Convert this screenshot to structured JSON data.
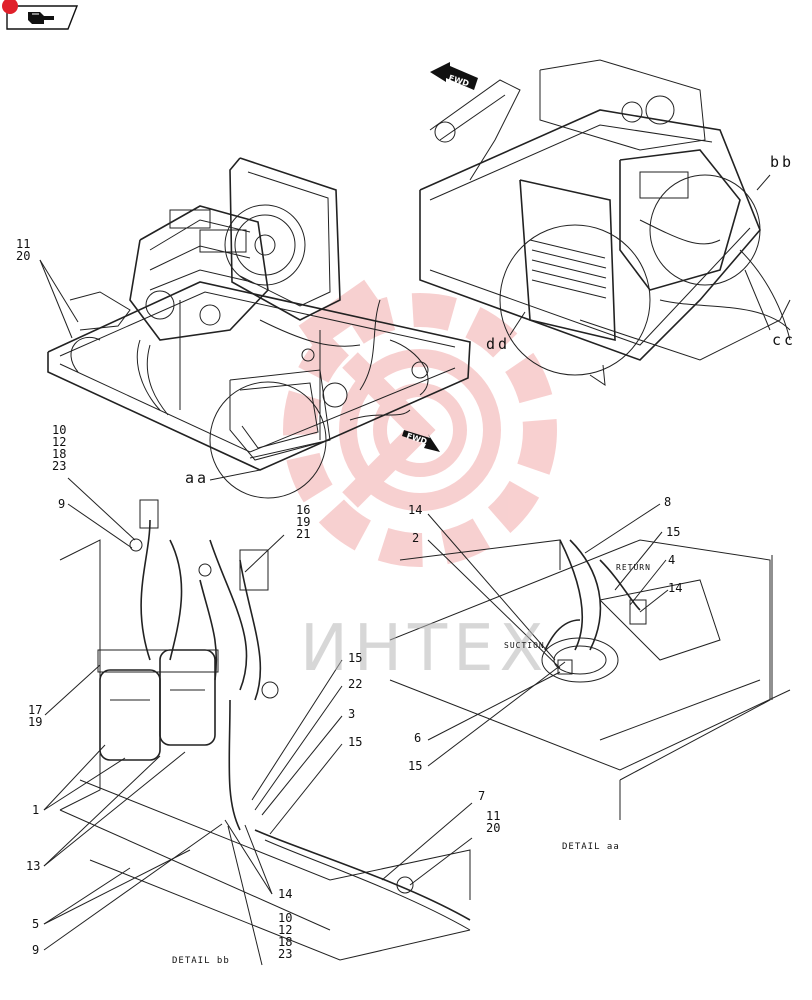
{
  "nav": {
    "back_icon": "hand-pointer-icon",
    "badge_color": "#e0202a"
  },
  "watermark": {
    "text": "ИНТЕХ",
    "gear_color": "#f2aaaa"
  },
  "fwd": [
    "FWD",
    "FWD"
  ],
  "views": {
    "aa": "aa",
    "bb": "bb",
    "cc": "cc",
    "dd": "dd"
  },
  "labels": {
    "l_11_20_top": "11\n20",
    "l_10_12_18_23_top": "10\n12\n18\n23",
    "l_9_top": "9",
    "l_16_19_21": "16\n19\n21",
    "l_17_19": "17\n19",
    "l_1": "1",
    "l_13": "13",
    "l_5": "5",
    "l_9_bottom": "9",
    "l_15_a": "15",
    "l_22": "22",
    "l_3": "3",
    "l_15_b": "15",
    "l_14_bottom": "14",
    "l_10_12_18_23_bottom": "10\n12\n18\n23",
    "l_7": "7",
    "l_11_20_bottom": "11\n20",
    "l_14_aa": "14",
    "l_2": "2",
    "l_8": "8",
    "l_15_aa": "15",
    "l_4": "4",
    "l_14_aa_b": "14",
    "l_6": "6",
    "l_15_aa_b": "15",
    "return": "RETURN",
    "suction": "SUCTION"
  },
  "details": {
    "bb": "DETAIL bb",
    "aa": "DETAIL aa"
  }
}
